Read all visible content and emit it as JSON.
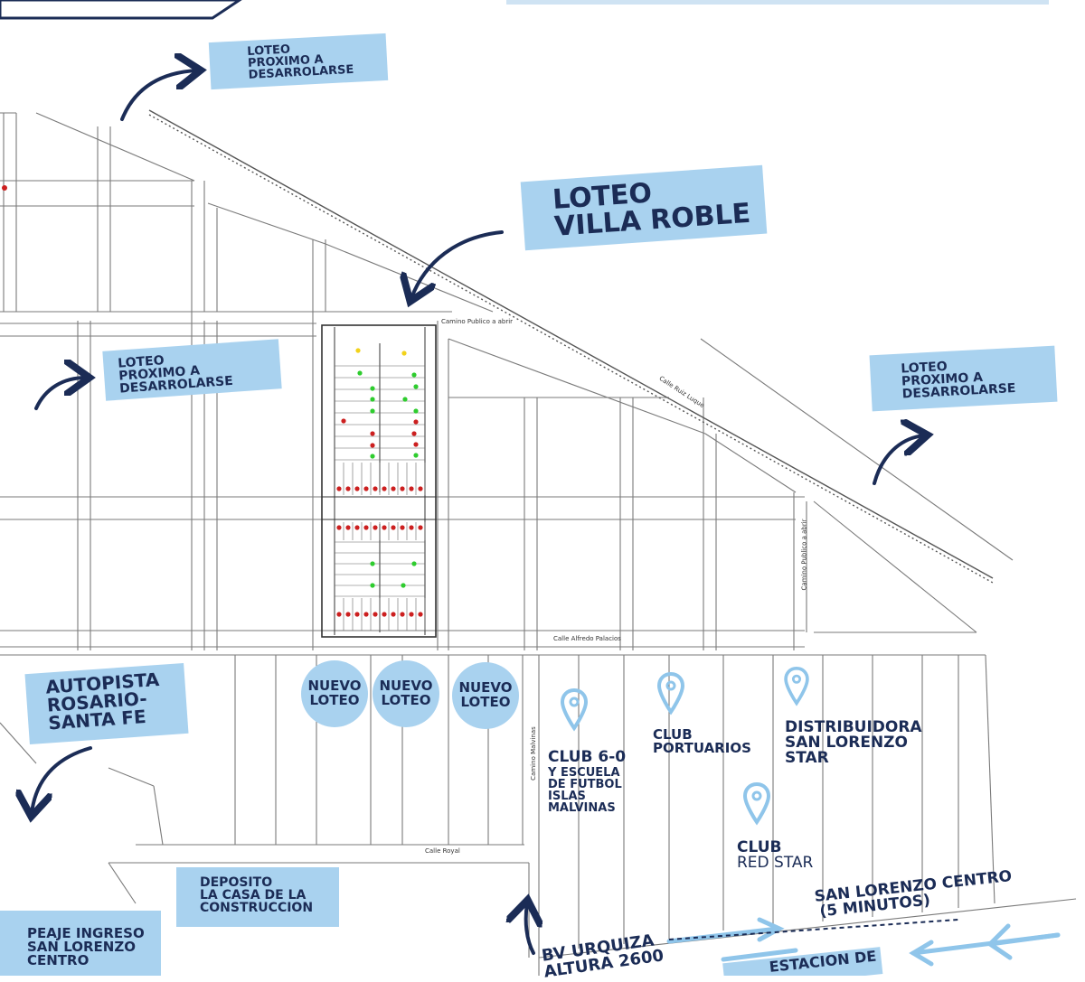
{
  "labels": {
    "loteo_top": [
      "LOTEO",
      "PROXIMO A",
      "DESARROLARSE"
    ],
    "loteo_left": [
      "LOTEO",
      "PROXIMO A",
      "DESARROLARSE"
    ],
    "loteo_right": [
      "LOTEO",
      "PROXIMO A",
      "DESARROLARSE"
    ],
    "villa_roble": [
      "LOTEO",
      "VILLA ROBLE"
    ],
    "autopista": [
      "AUTOPISTA",
      "ROSARIO-",
      "SANTA FE"
    ],
    "deposito": [
      "DEPOSITO",
      "LA CASA DE LA",
      "CONSTRUCCION"
    ],
    "peaje": [
      "PEAJE INGRESO",
      "SAN LORENZO",
      "CENTRO"
    ],
    "nuevo_loteo_1": [
      "NUEVO",
      "LOTEO"
    ],
    "nuevo_loteo_2": [
      "NUEVO",
      "LOTEO"
    ],
    "nuevo_loteo_3": [
      "NUEVO",
      "LOTEO"
    ],
    "club_60": [
      "CLUB 6-0"
    ],
    "club_60_sub": [
      "Y ESCUELA",
      "DE FUTBOL",
      "ISLAS",
      "MALVINAS"
    ],
    "club_portuarios": [
      "CLUB",
      "PORTUARIOS"
    ],
    "distribuidora": [
      "DISTRIBUIDORA",
      "SAN LORENZO",
      "STAR"
    ],
    "club_red_star_a": "CLUB",
    "club_red_star_b": "RED STAR",
    "san_lorenzo_centro": [
      "SAN LORENZO CENTRO",
      "(5 MINUTOS)"
    ],
    "bv_urquiza": [
      "BV URQUIZA",
      "ALTURA 2600"
    ],
    "estacion": "ESTACION DE"
  },
  "streets": {
    "camino_publico": "Camino Publico a abrir",
    "calle_ruiz": "Calle Ruiz Luque",
    "calle_alfredo": "Calle Alfredo Palacios",
    "calle_royal": "Calle Royal",
    "camino_malvinas": "Camino Malvinas",
    "camino_publico_2": "Camino Publico a abrir"
  },
  "colors": {
    "label_bg": "#a9d2ef",
    "label_text": "#1b2c56",
    "arrow": "#1b2c56",
    "pin": "#8fc5ea",
    "dot_green": "#2ecc2e",
    "dot_red": "#cc1f1f",
    "dot_yellow": "#f2d21a"
  }
}
